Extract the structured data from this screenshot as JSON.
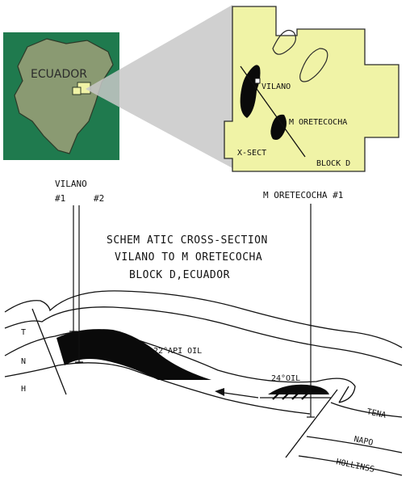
{
  "colors": {
    "map_green": "#1f7a4e",
    "country_fill": "#8a9a72",
    "block_fill": "#f0f3a6",
    "oil_fill": "#0a0a0a",
    "ray_fill": "#c8c8c8"
  },
  "inset": {
    "country_label": "ECUADOR",
    "vilano_label": "VILANO",
    "moretecocha_label": "M ORETECOCHA",
    "xsect_label": "X-SECT",
    "block_label": "BLOCK D"
  },
  "wells": {
    "vilano_title": "VILANO",
    "vilano_1": "#1",
    "vilano_2": "#2",
    "moretecocha": "M ORETECOCHA #1"
  },
  "title": {
    "line1": "SCHEM ATIC CROSS-SECTION",
    "line2": "VILANO TO M ORETECOCHA",
    "line3": "BLOCK D,ECUADOR"
  },
  "layers": {
    "t": "T",
    "n": "N",
    "h": "H",
    "tena": "TENA",
    "napo": "NAPO",
    "hollins": "HOLLINSS"
  },
  "oil": {
    "api22": "22°API OIL",
    "api24": "24°OIL"
  }
}
